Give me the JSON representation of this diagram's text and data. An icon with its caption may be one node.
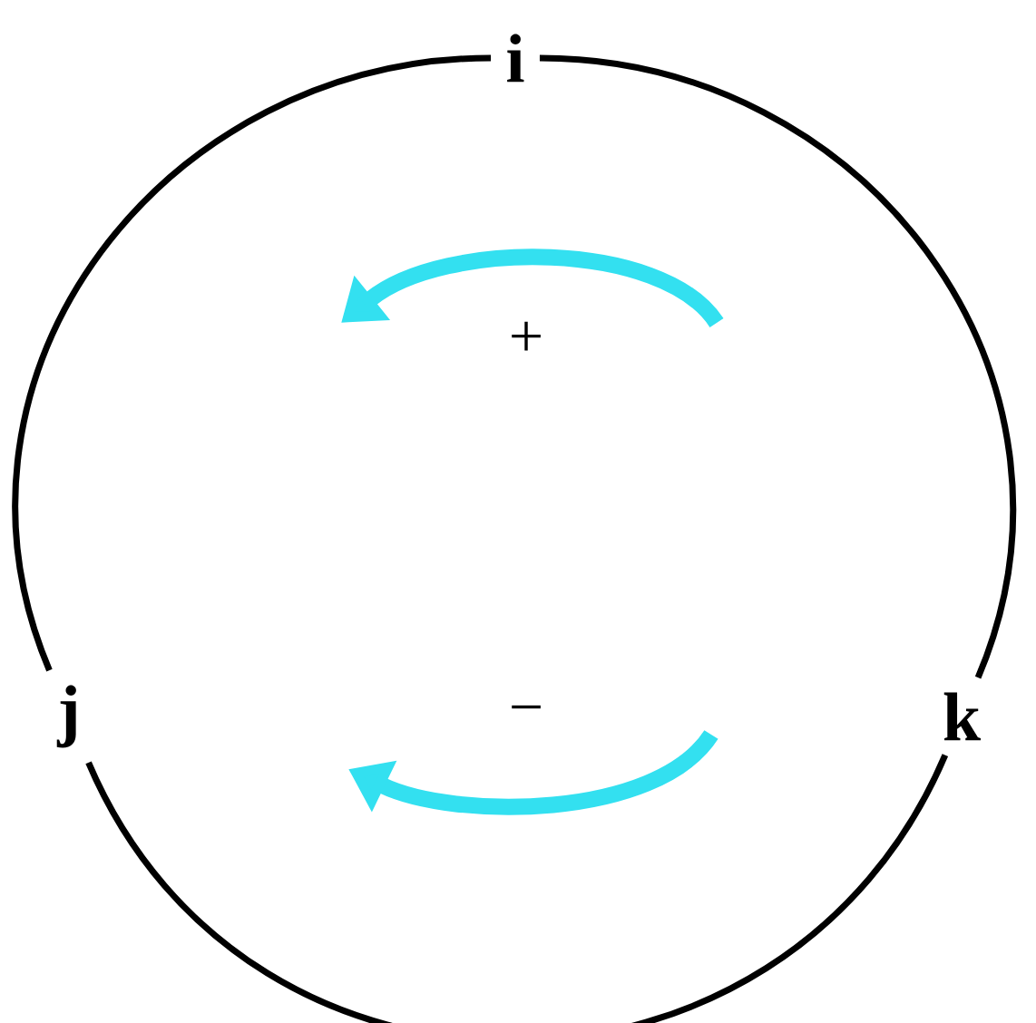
{
  "diagram": {
    "nodes": [
      {
        "text": [
          "i"
        ]
      },
      {
        "text": [
          "j"
        ]
      },
      {
        "text": [
          "k"
        ]
      }
    ],
    "edges": [
      {
        "from": 0,
        "to": 1,
        "arrow": "none"
      },
      {
        "from": 1,
        "to": 2,
        "arrow": "none"
      },
      {
        "from": 2,
        "to": 0,
        "arrow": "none"
      }
    ],
    "labels": [
      "+",
      "−"
    ]
  }
}
